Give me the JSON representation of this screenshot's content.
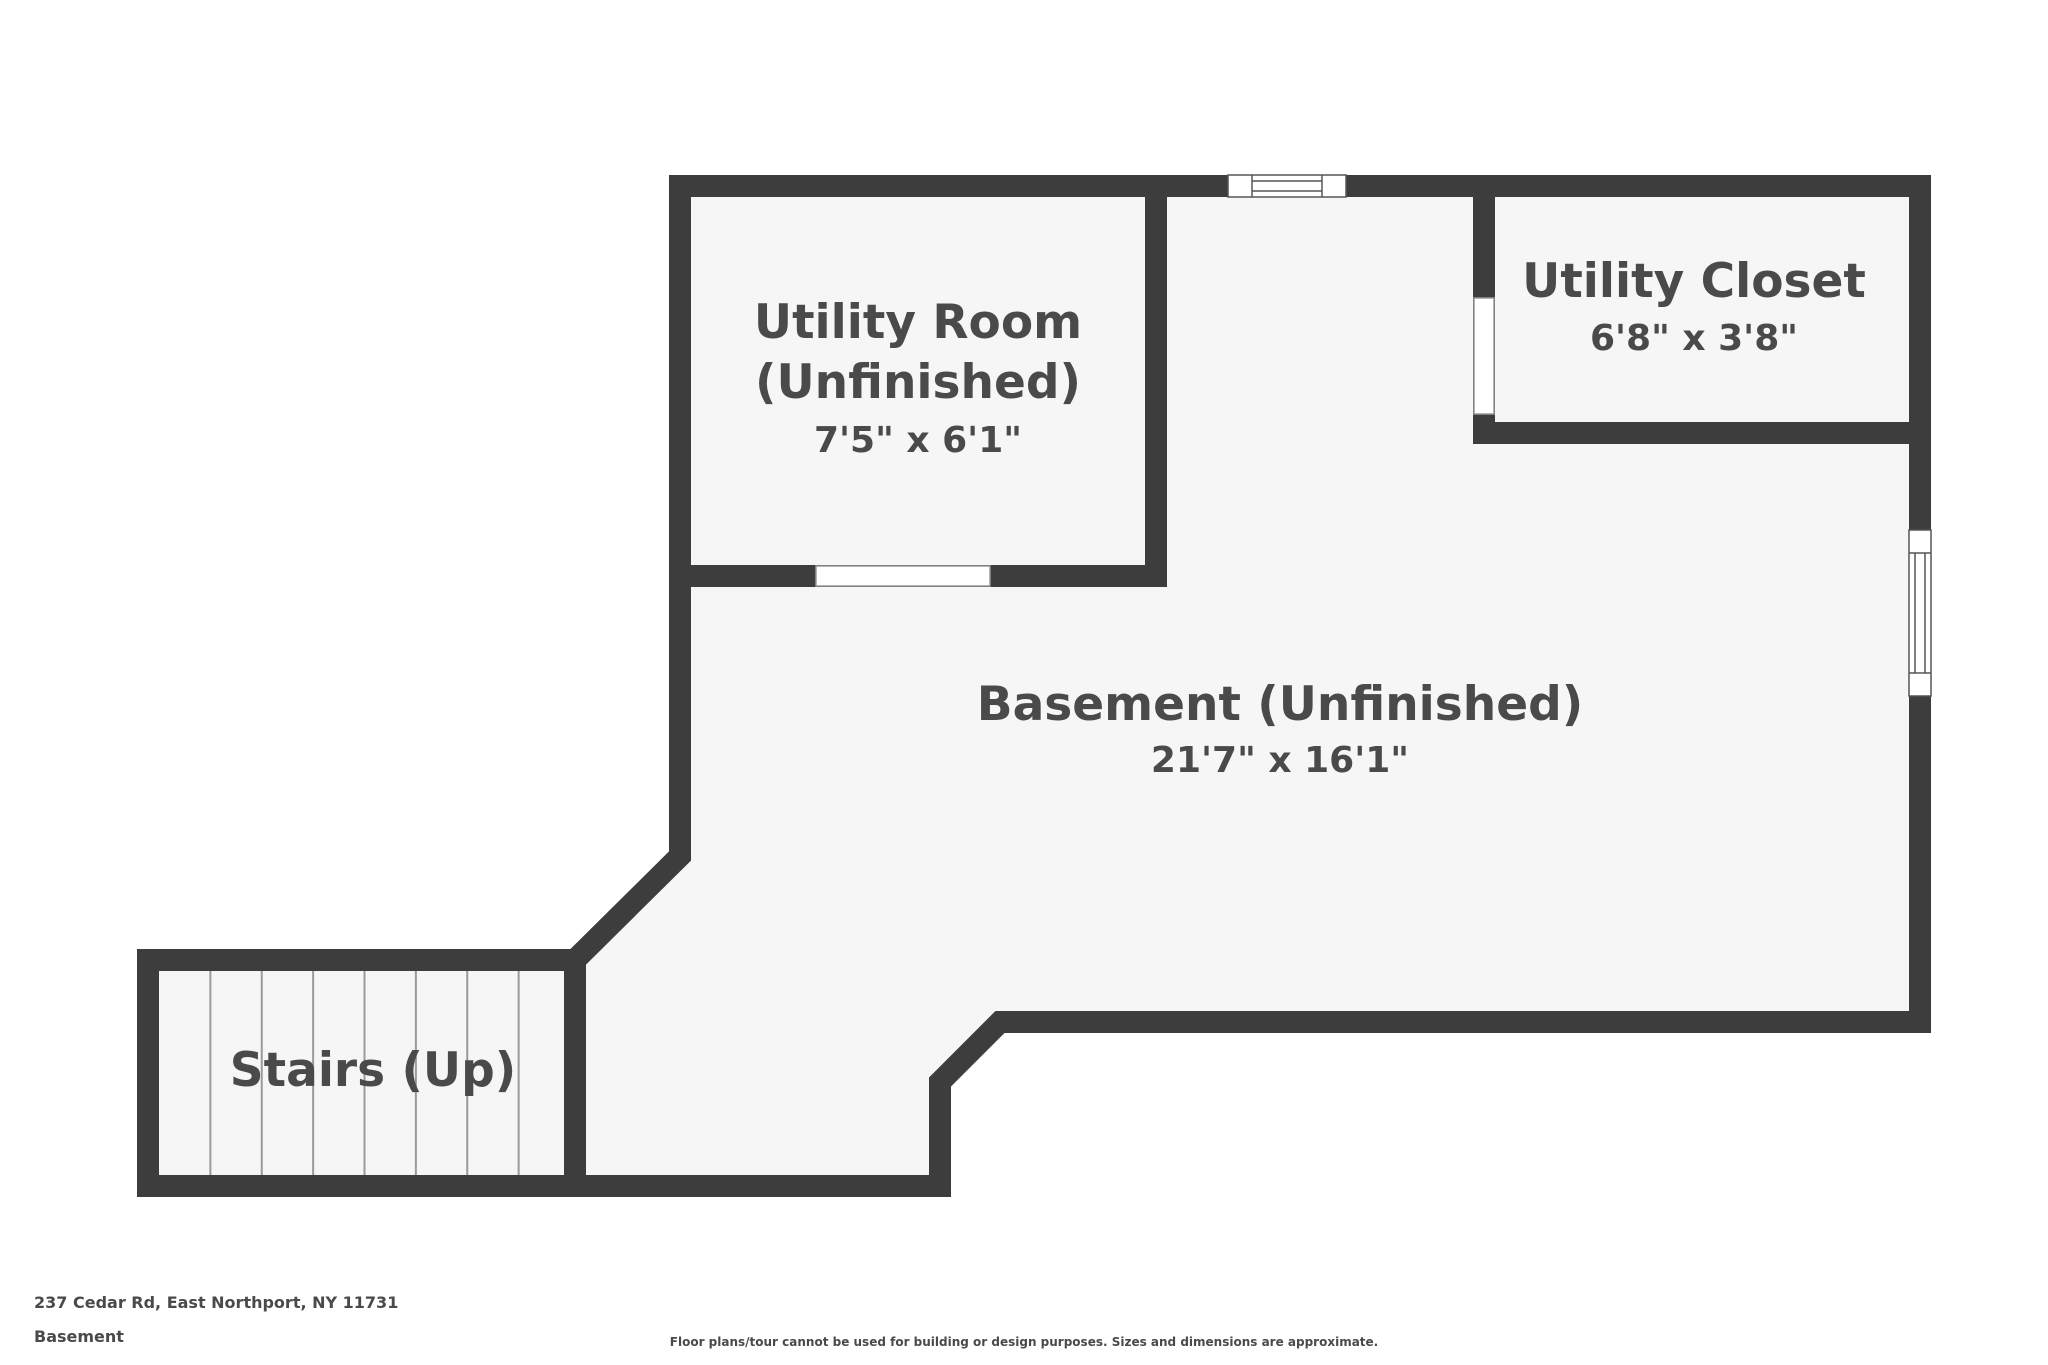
{
  "rooms": {
    "utility_room": {
      "name_line1": "Utility Room",
      "name_line2": "(Unfinished)",
      "dimensions": "7'5\" x 6'1\""
    },
    "utility_closet": {
      "name": "Utility Closet",
      "dimensions": "6'8\" x 3'8\""
    },
    "basement": {
      "name": "Basement (Unfinished)",
      "dimensions": "21'7\" x 16'1\""
    },
    "stairs": {
      "name": "Stairs (Up)"
    }
  },
  "footer": {
    "address": "237 Cedar Rd, East Northport, NY 11731",
    "level": "Basement",
    "disclaimer": "Floor plans/tour cannot be used for building or design purposes. Sizes and dimensions are approximate."
  },
  "colors": {
    "wall": "#3d3d3d",
    "floor": "#f6f6f6",
    "text": "#4a4a4a",
    "background": "#ffffff"
  }
}
